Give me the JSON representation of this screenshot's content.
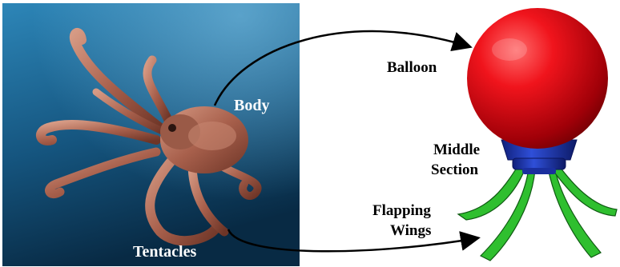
{
  "photo": {
    "body_label": "Body",
    "tentacles_label": "Tentacles"
  },
  "robot": {
    "balloon_label": "Balloon",
    "middle_line1": "Middle",
    "middle_line2": "Section",
    "wings_line1": "Flapping",
    "wings_line2": "Wings"
  },
  "colors": {
    "ocean_dark": "#0a2f4a",
    "ocean_light": "#2a7fae",
    "octopus": "#b5705a",
    "balloon": "#e8141b",
    "middle_section": "#1f3fc4",
    "wings": "#2fbf2f"
  }
}
